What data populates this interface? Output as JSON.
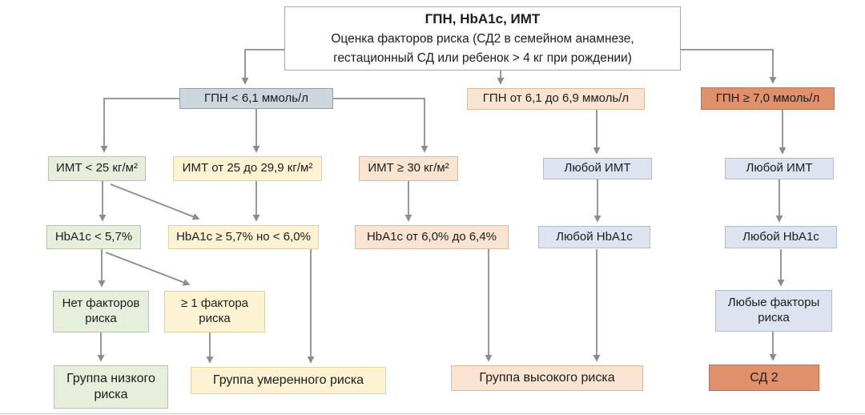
{
  "diagram": {
    "title_box": {
      "title": "ГПН, HbA1c, ИМТ",
      "subtitle_line1": "Оценка факторов риска (СД2 в семейном анамнезе,",
      "subtitle_line2": "гестационный СД или ребенок > 4 кг при рождении)"
    },
    "nodes": {
      "gpn_low": "ГПН < 6,1 ммоль/л",
      "gpn_mid": "ГПН от 6,1 до 6,9 ммоль/л",
      "gpn_high": "ГПН ≥ 7,0 ммоль/л",
      "bmi_low": "ИМТ < 25 кг/м²",
      "bmi_mid": "ИМТ от 25 до 29,9 кг/м²",
      "bmi_high": "ИМТ ≥ 30 кг/м²",
      "bmi_any_1": "Любой ИМТ",
      "bmi_any_2": "Любой ИМТ",
      "hba1c_low": "HbA1c < 5,7%",
      "hba1c_mid": "HbA1c ≥ 5,7% но < 6,0%",
      "hba1c_high": "HbA1c от 6,0% до 6,4%",
      "hba1c_any_1": "Любой HbA1c",
      "hba1c_any_2": "Любой HbA1c",
      "rf_none": "Нет факторов риска",
      "rf_one": "≥ 1 фактора риска",
      "rf_any": "Любые факторы риска",
      "group_low": "Группа низкого риска",
      "group_moderate": "Группа умеренного риска",
      "group_high": "Группа высокого риска",
      "sd2": "СД 2"
    }
  },
  "palette": {
    "arrow": "#8c8c8c",
    "box_border_default": "#a8a8a8",
    "white_bg": "#ffffff",
    "bluegray_bg": "#cdd6df",
    "bluegray_border": "#93a1ad",
    "lightblue_bg": "#dde4f0",
    "lightblue_border": "#b3bccb",
    "green_bg": "#e6efdc",
    "green_border": "#b6c5a7",
    "cream_bg": "#fdf3d3",
    "cream_border": "#e2d2a0",
    "peach_bg": "#f9e4d1",
    "peach_border": "#dcbb9a",
    "orange_bg": "#e0906a",
    "orange_border": "#b5744f"
  }
}
